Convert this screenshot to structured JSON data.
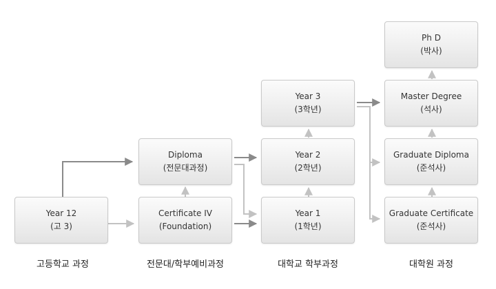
{
  "nodes": {
    "year12": {
      "line1": "Year 12",
      "line2": "(고 3)"
    },
    "certificate4": {
      "line1": "Certificate IV",
      "line2": "(Foundation)"
    },
    "diploma": {
      "line1": "Diploma",
      "line2": "(전문대과정)"
    },
    "year1": {
      "line1": "Year 1",
      "line2": "(1학년)"
    },
    "year2": {
      "line1": "Year 2",
      "line2": "(2학년)"
    },
    "year3": {
      "line1": "Year 3",
      "line2": "(3학년)"
    },
    "graduate_certificate": {
      "line1": "Graduate Certificate",
      "line2": "(준석사)"
    },
    "graduate_diploma": {
      "line1": "Graduate Diploma",
      "line2": "(준석사)"
    },
    "master": {
      "line1": "Master Degree",
      "line2": "(석사)"
    },
    "phd": {
      "line1": "Ph D",
      "line2": "(박사)"
    }
  },
  "columns": {
    "high_school": "고등학교 과정",
    "college_prep": "전문대/학부예비과정",
    "undergraduate": "대학교 학부과정",
    "graduate": "대학원 과정"
  },
  "colors": {
    "arrow_dark": "#8a8a8a",
    "arrow_light": "#c2c2c2",
    "box_border": "#c9c9c9"
  }
}
